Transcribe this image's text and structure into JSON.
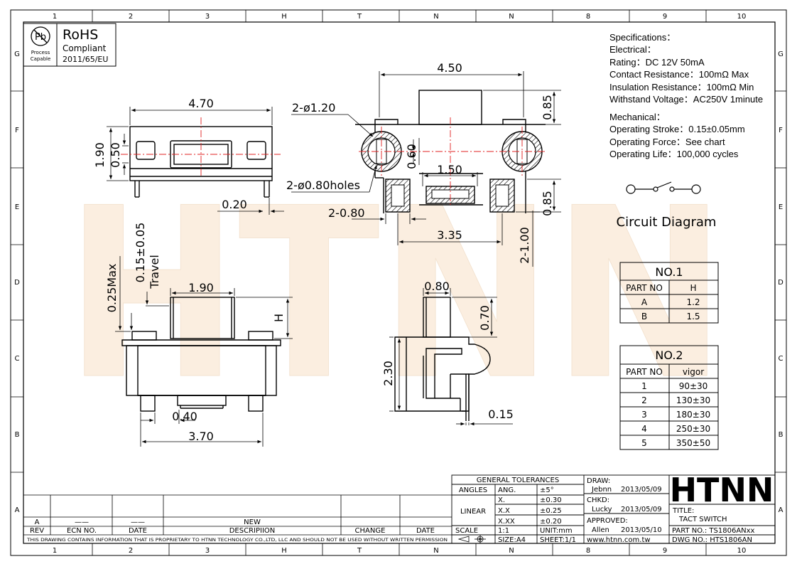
{
  "grid": {
    "top_cols": [
      "1",
      "2",
      "3",
      "H",
      "T",
      "N",
      "N",
      "8",
      "9",
      "10"
    ],
    "bottom_cols": [
      "1",
      "2",
      "3",
      "H",
      "T",
      "N",
      "N",
      "8",
      "9",
      "10"
    ],
    "rows": [
      "G",
      "F",
      "E",
      "D",
      "C",
      "B",
      "A"
    ]
  },
  "watermark": "HTNN",
  "rohs": {
    "pb_label": "Pb",
    "process_capable": [
      "Process",
      "Capable"
    ],
    "title": "RoHS",
    "compliant": "Compliant",
    "directive": "2011/65/EU"
  },
  "specifications": {
    "heading": "Specifications：",
    "electrical_heading": "Electrical：",
    "electrical": [
      "Rating：DC 12V 50mA",
      "Contact Resistance：100mΩ Max",
      "Insulation Resistance：100mΩ Min",
      "Withstand Voltage：AC250V 1minute"
    ],
    "mechanical_heading": "Mechanical：",
    "mechanical": [
      "Operating Stroke：0.15±0.05mm",
      "Operating Force：See chart",
      "Operating Life：100,000 cycles"
    ]
  },
  "circuit_diagram_label": "Circuit  Diagram",
  "dimensions": {
    "top_width": "4.70",
    "top_height": "1.90",
    "top_slot": "0.50",
    "top_lead": "0.20",
    "right_width": "4.50",
    "right_top": "0.85",
    "right_bottom": "0.85",
    "hole_dia": "2-ø1.20",
    "holes": "2-ø0.80holes",
    "pad_spacing": "0.60",
    "pad_width": "1.50",
    "pad_small": "2-0.80",
    "pad_pitch": "3.35",
    "pad_len": "2-1.00",
    "front_button": "1.90",
    "front_height": "H",
    "front_stroke": "0.15±0.05",
    "front_travel": "Travel",
    "front_max": "0.25Max",
    "front_gap": "0.40",
    "front_width": "3.70",
    "side_top": "0.80",
    "side_button": "0.70",
    "side_height": "2.30",
    "side_lead": "0.15"
  },
  "table1": {
    "title": "NO.1",
    "headers": [
      "PART  NO",
      "H"
    ],
    "rows": [
      [
        "A",
        "1.2"
      ],
      [
        "B",
        "1.5"
      ]
    ]
  },
  "table2": {
    "title": "NO.2",
    "headers": [
      "PART  NO",
      "vigor"
    ],
    "rows": [
      [
        "1",
        "90±30"
      ],
      [
        "2",
        "130±30"
      ],
      [
        "3",
        "180±30"
      ],
      [
        "4",
        "250±30"
      ],
      [
        "5",
        "350±50"
      ]
    ]
  },
  "revision": {
    "headers": [
      "REV",
      "ECN NO.",
      "DATE",
      "DESCRIPIION",
      "CHANGE",
      "DATE"
    ],
    "first_row": [
      "A",
      "——",
      "——",
      "NEW",
      "",
      ""
    ],
    "proprietary": "THIS DRAWING CONTAINS INFORMATION THAT IS PROPRIETARY TO HTNN TECHNOLOGY CO.,LTD, LLC AND SHOULD  NOT BE USED WITHOUT WRITTEN PERMISSION"
  },
  "tolerances": {
    "title": "GENERAL TOLERANCES",
    "angles_label": "ANGLES",
    "ang_label": "ANG.",
    "ang_value": "±5°",
    "linear_label": "LINEAR",
    "x_label": "X.",
    "x_value": "±0.30",
    "xx_label": "X.X",
    "xx_value": "±0.25",
    "xxx_label": "X.XX",
    "xxx_value": "±0.20",
    "scale_label": "SCALE",
    "scale_value": "1:1",
    "unit": "UNIT:mm",
    "size": "SIZE:A4",
    "sheet": "SHEET:1/1"
  },
  "approval": {
    "draw_label": "DRAW:",
    "draw_name": "Jebnn",
    "draw_date": "2013/05/09",
    "chkd_label": "CHKD:",
    "chkd_name": "Lucky",
    "chkd_date": "2013/05/09",
    "approved_label": "APPROVED:",
    "approved_name": "Allen",
    "approved_date": "2013/05/10",
    "website": "www.htnn.com.tw"
  },
  "company_logo": "HTNN",
  "title_block": {
    "title_label": "TITLE:",
    "title_value": "TACT SWITCH",
    "part_no": "PART NO.: TS1806ANxx",
    "dwg_no": "DWG  NO.: HTS1806AN"
  }
}
